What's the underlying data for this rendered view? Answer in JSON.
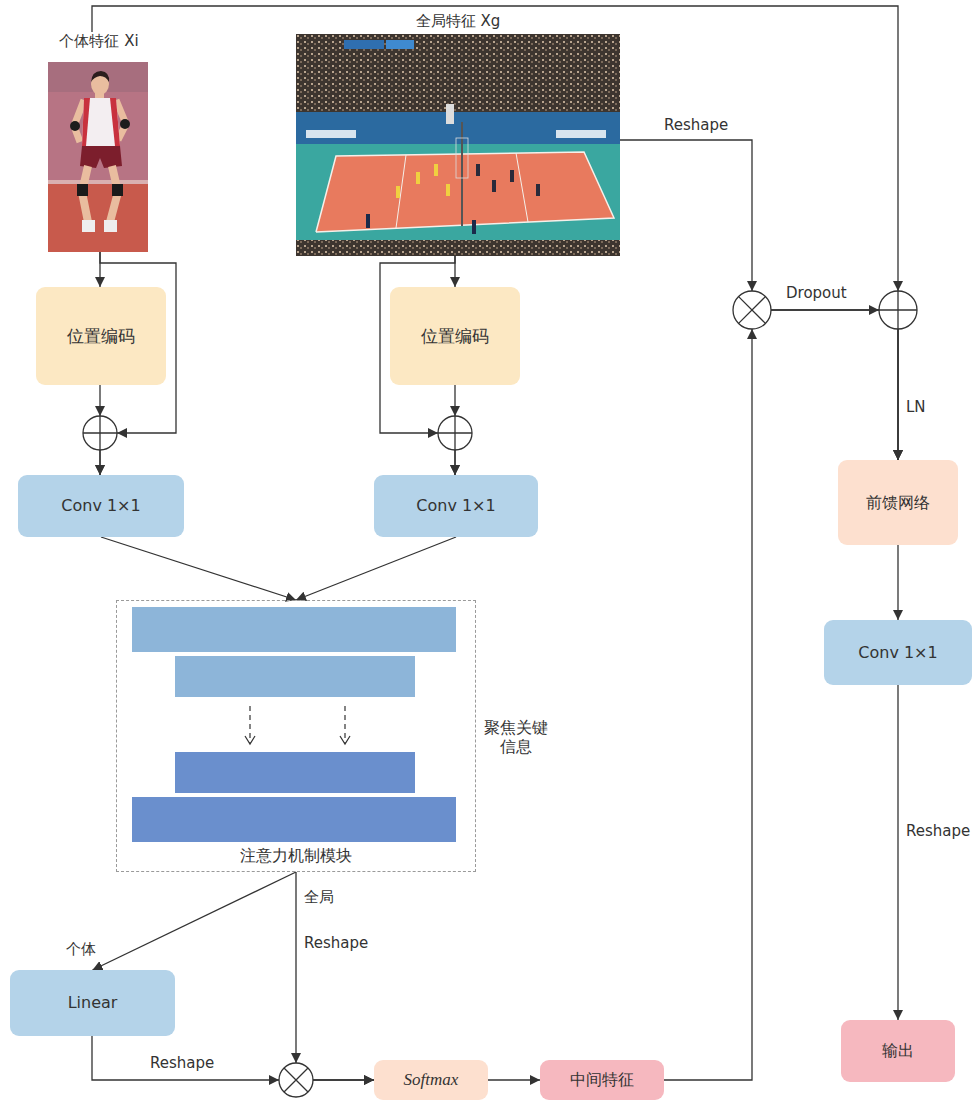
{
  "diagram": {
    "nodes": [
      {
        "text": [
          "个体特征 Xi"
        ]
      },
      {
        "text": [
          "全局特征 Xg"
        ]
      },
      {
        "text": [
          "位置编码"
        ]
      },
      {
        "text": [
          "位置编码"
        ]
      },
      {
        "text": [
          "Conv 1×1"
        ]
      },
      {
        "text": [
          "Conv 1×1"
        ]
      },
      {
        "text": [
          "注意力机制模块"
        ]
      },
      {
        "text": [
          "Linear"
        ]
      },
      {
        "text": [
          "Softmax"
        ]
      },
      {
        "text": [
          "中间特征"
        ]
      },
      {
        "text": [
          "前馈网络"
        ]
      },
      {
        "text": [
          "Conv 1×1"
        ]
      },
      {
        "text": [
          "输出"
        ]
      }
    ],
    "edges": [
      {
        "from": 0,
        "to": 2,
        "arrow": "to"
      },
      {
        "from": 0,
        "to": 4,
        "arrow": "to"
      },
      {
        "from": 2,
        "to": 4,
        "arrow": "to"
      },
      {
        "from": 1,
        "to": 3,
        "arrow": "to"
      },
      {
        "from": 1,
        "to": 5,
        "arrow": "to"
      },
      {
        "from": 3,
        "to": 5,
        "arrow": "to"
      },
      {
        "from": 4,
        "to": 6,
        "arrow": "to"
      },
      {
        "from": 5,
        "to": 6,
        "arrow": "to"
      },
      {
        "from": 6,
        "to": 7,
        "arrow": "to",
        "label": "个体"
      },
      {
        "from": 6,
        "to": 8,
        "arrow": "to",
        "label": "全局"
      },
      {
        "from": 7,
        "to": 8,
        "arrow": "to",
        "label": "Reshape"
      },
      {
        "from": 8,
        "to": 9,
        "arrow": "to"
      },
      {
        "from": 9,
        "to": 10,
        "arrow": "to"
      },
      {
        "from": 1,
        "to": 10,
        "arrow": "to",
        "label": "Reshape"
      },
      {
        "from": 0,
        "to": 10,
        "arrow": "to"
      },
      {
        "from": 10,
        "to": 11,
        "arrow": "to"
      },
      {
        "from": 11,
        "to": 12,
        "arrow": "to",
        "label": "Reshape"
      }
    ],
    "labels": [
      "Reshape",
      "聚焦关键 信息",
      "Dropout",
      "LN"
    ]
  }
}
